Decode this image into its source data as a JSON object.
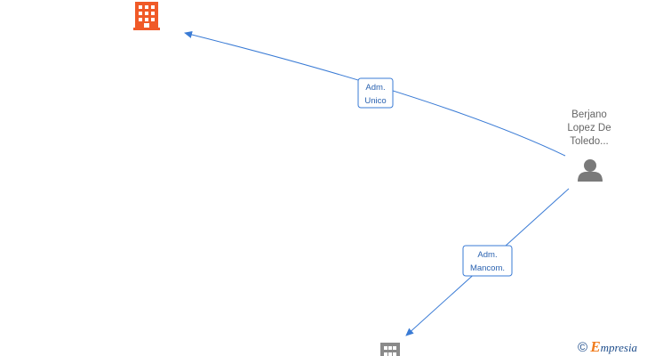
{
  "colors": {
    "edge": "#3a7bd5",
    "company_main": "#f05a28",
    "company_other": "#8a8a8a",
    "person": "#7a7a7a",
    "label_border": "#3a7bd5",
    "label_text": "#2a62b0",
    "watermark_brand": "#f07a1a",
    "watermark_text": "#1f4e8c"
  },
  "nodes": {
    "company_main": {
      "icon": "building-icon"
    },
    "company_other": {
      "icon": "building-icon"
    },
    "person": {
      "icon": "person-icon",
      "name_lines": [
        "Berjano",
        "Lopez De",
        "Toledo..."
      ]
    }
  },
  "edges": [
    {
      "from": "person",
      "to": "company_main",
      "label_lines": [
        "Adm.",
        "Unico"
      ]
    },
    {
      "from": "person",
      "to": "company_other",
      "label_lines": [
        "Adm.",
        "Mancom."
      ]
    }
  ],
  "watermark": {
    "copyright": "©",
    "brand_initial": "E",
    "brand_rest": "mpresia"
  }
}
